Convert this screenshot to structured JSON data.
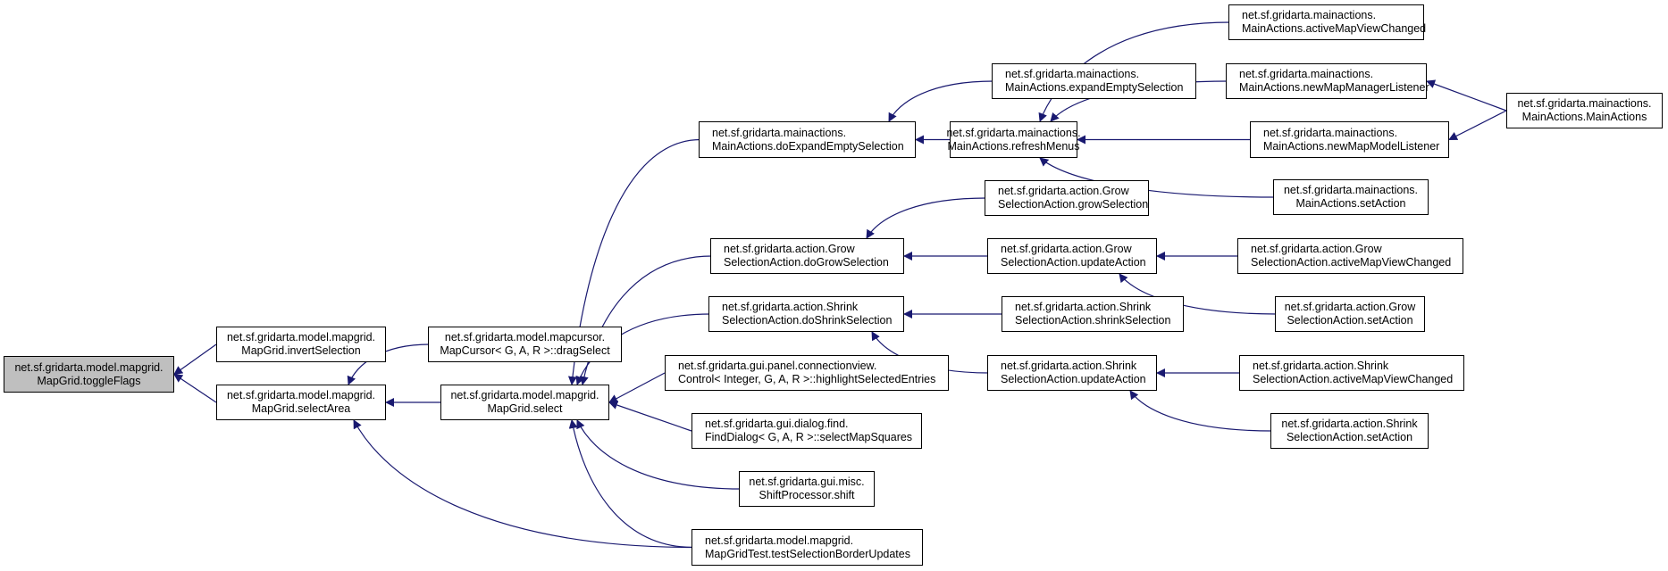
{
  "graph": {
    "type": "caller-graph",
    "edge_color": "#191970",
    "root_fill": "#bfbfbf",
    "nodes": [
      {
        "id": "toggleFlags",
        "line1": "net.sf.gridarta.model.mapgrid.",
        "line2": "MapGrid.toggleFlags",
        "root": true
      },
      {
        "id": "invertSelection",
        "line1": "net.sf.gridarta.model.mapgrid.",
        "line2": "MapGrid.invertSelection"
      },
      {
        "id": "selectArea",
        "line1": "net.sf.gridarta.model.mapgrid.",
        "line2": "MapGrid.selectArea"
      },
      {
        "id": "dragSelect",
        "line1": "net.sf.gridarta.model.mapcursor.",
        "line2": "MapCursor< G, A, R >::dragSelect"
      },
      {
        "id": "select",
        "line1": "net.sf.gridarta.model.mapgrid.",
        "line2": "MapGrid.select"
      },
      {
        "id": "doExpandEmptySelection",
        "line1": "net.sf.gridarta.mainactions.",
        "line2": "MainActions.doExpandEmptySelection"
      },
      {
        "id": "doGrowSelection",
        "line1": "net.sf.gridarta.action.Grow",
        "line2": "SelectionAction.doGrowSelection"
      },
      {
        "id": "doShrinkSelection",
        "line1": "net.sf.gridarta.action.Shrink",
        "line2": "SelectionAction.doShrinkSelection"
      },
      {
        "id": "highlightSelectedEntries",
        "line1": "net.sf.gridarta.gui.panel.connectionview.",
        "line2": "Control< Integer, G, A, R >::highlightSelectedEntries"
      },
      {
        "id": "selectMapSquares",
        "line1": "net.sf.gridarta.gui.dialog.find.",
        "line2": "FindDialog< G, A, R >::selectMapSquares"
      },
      {
        "id": "shift",
        "line1": "net.sf.gridarta.gui.misc.",
        "line2": "ShiftProcessor.shift"
      },
      {
        "id": "testSelectionBorderUpdates",
        "line1": "net.sf.gridarta.model.mapgrid.",
        "line2": "MapGridTest.testSelectionBorderUpdates"
      },
      {
        "id": "expandEmptySelection",
        "line1": "net.sf.gridarta.mainactions.",
        "line2": "MainActions.expandEmptySelection"
      },
      {
        "id": "refreshMenus",
        "line1": "net.sf.gridarta.mainactions.",
        "line2": "MainActions.refreshMenus"
      },
      {
        "id": "growSelection",
        "line1": "net.sf.gridarta.action.Grow",
        "line2": "SelectionAction.growSelection"
      },
      {
        "id": "growUpdateAction",
        "line1": "net.sf.gridarta.action.Grow",
        "line2": "SelectionAction.updateAction"
      },
      {
        "id": "shrinkSelection",
        "line1": "net.sf.gridarta.action.Shrink",
        "line2": "SelectionAction.shrinkSelection"
      },
      {
        "id": "shrinkUpdateAction",
        "line1": "net.sf.gridarta.action.Shrink",
        "line2": "SelectionAction.updateAction"
      },
      {
        "id": "mainActiveMapViewChanged",
        "line1": "net.sf.gridarta.mainactions.",
        "line2": "MainActions.activeMapViewChanged"
      },
      {
        "id": "newMapManagerListener",
        "line1": "net.sf.gridarta.mainactions.",
        "line2": "MainActions.newMapManagerListener"
      },
      {
        "id": "newMapModelListener",
        "line1": "net.sf.gridarta.mainactions.",
        "line2": "MainActions.newMapModelListener"
      },
      {
        "id": "mainSetAction",
        "line1": "net.sf.gridarta.mainactions.",
        "line2": "MainActions.setAction"
      },
      {
        "id": "growActiveMapViewChanged",
        "line1": "net.sf.gridarta.action.Grow",
        "line2": "SelectionAction.activeMapViewChanged"
      },
      {
        "id": "growSetAction",
        "line1": "net.sf.gridarta.action.Grow",
        "line2": "SelectionAction.setAction"
      },
      {
        "id": "shrinkActiveMapViewChanged",
        "line1": "net.sf.gridarta.action.Shrink",
        "line2": "SelectionAction.activeMapViewChanged"
      },
      {
        "id": "shrinkSetAction",
        "line1": "net.sf.gridarta.action.Shrink",
        "line2": "SelectionAction.setAction"
      },
      {
        "id": "mainActions",
        "line1": "net.sf.gridarta.mainactions.",
        "line2": "MainActions.MainActions"
      }
    ],
    "edges": [
      {
        "from": "invertSelection",
        "to": "toggleFlags"
      },
      {
        "from": "selectArea",
        "to": "toggleFlags"
      },
      {
        "from": "dragSelect",
        "to": "selectArea"
      },
      {
        "from": "select",
        "to": "selectArea"
      },
      {
        "from": "testSelectionBorderUpdates",
        "to": "selectArea"
      },
      {
        "from": "doExpandEmptySelection",
        "to": "select"
      },
      {
        "from": "doGrowSelection",
        "to": "select"
      },
      {
        "from": "doShrinkSelection",
        "to": "select"
      },
      {
        "from": "highlightSelectedEntries",
        "to": "select"
      },
      {
        "from": "selectMapSquares",
        "to": "select"
      },
      {
        "from": "shift",
        "to": "select"
      },
      {
        "from": "testSelectionBorderUpdates",
        "to": "select"
      },
      {
        "from": "expandEmptySelection",
        "to": "doExpandEmptySelection"
      },
      {
        "from": "refreshMenus",
        "to": "doExpandEmptySelection"
      },
      {
        "from": "mainActiveMapViewChanged",
        "to": "refreshMenus"
      },
      {
        "from": "newMapManagerListener",
        "to": "refreshMenus"
      },
      {
        "from": "newMapModelListener",
        "to": "refreshMenus"
      },
      {
        "from": "mainSetAction",
        "to": "refreshMenus"
      },
      {
        "from": "mainActions",
        "to": "newMapManagerListener"
      },
      {
        "from": "mainActions",
        "to": "newMapModelListener"
      },
      {
        "from": "growSelection",
        "to": "doGrowSelection"
      },
      {
        "from": "growUpdateAction",
        "to": "doGrowSelection"
      },
      {
        "from": "growActiveMapViewChanged",
        "to": "growUpdateAction"
      },
      {
        "from": "growSetAction",
        "to": "growUpdateAction"
      },
      {
        "from": "shrinkSelection",
        "to": "doShrinkSelection"
      },
      {
        "from": "shrinkUpdateAction",
        "to": "doShrinkSelection"
      },
      {
        "from": "shrinkActiveMapViewChanged",
        "to": "shrinkUpdateAction"
      },
      {
        "from": "shrinkSetAction",
        "to": "shrinkUpdateAction"
      }
    ]
  }
}
